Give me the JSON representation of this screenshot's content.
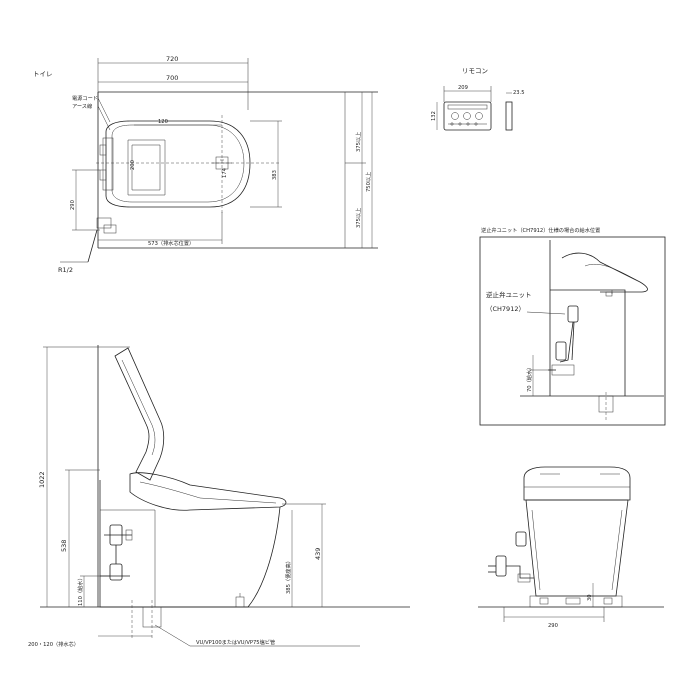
{
  "title": "トイレ",
  "remote": {
    "label": "リモコン",
    "width": "209",
    "height": "132",
    "depth": "23.5"
  },
  "top_view": {
    "dim_overall": "720",
    "dim_width": "700",
    "dim_120": "120",
    "dim_200": "200",
    "dim_290": "290",
    "dim_383": "383",
    "dim_174": "174",
    "dim_573": "573（排水芯位置）",
    "dim_375a": "375以上",
    "dim_375b": "375以上",
    "dim_750": "750以上",
    "power_cord": "電源コード",
    "earth": "アース線",
    "r12": "R1/2"
  },
  "side_view": {
    "dim_1022": "1022",
    "dim_538": "538",
    "dim_110": "110（給水）",
    "dim_439": "439",
    "dim_385": "385（便座高）",
    "dim_200_120": "200・120（排水芯）",
    "drain_pipe": "VU/VP100またはVU/VP75塩ビ管"
  },
  "detail": {
    "title": "逆止弁ユニット（CH7912）仕様の場合の給水位置",
    "unit_label": "逆止弁ユニット",
    "unit_code": "（CH7912）",
    "dim_70": "70（給水）"
  },
  "front_view": {
    "dim_290": "290",
    "dim_30": "30"
  }
}
